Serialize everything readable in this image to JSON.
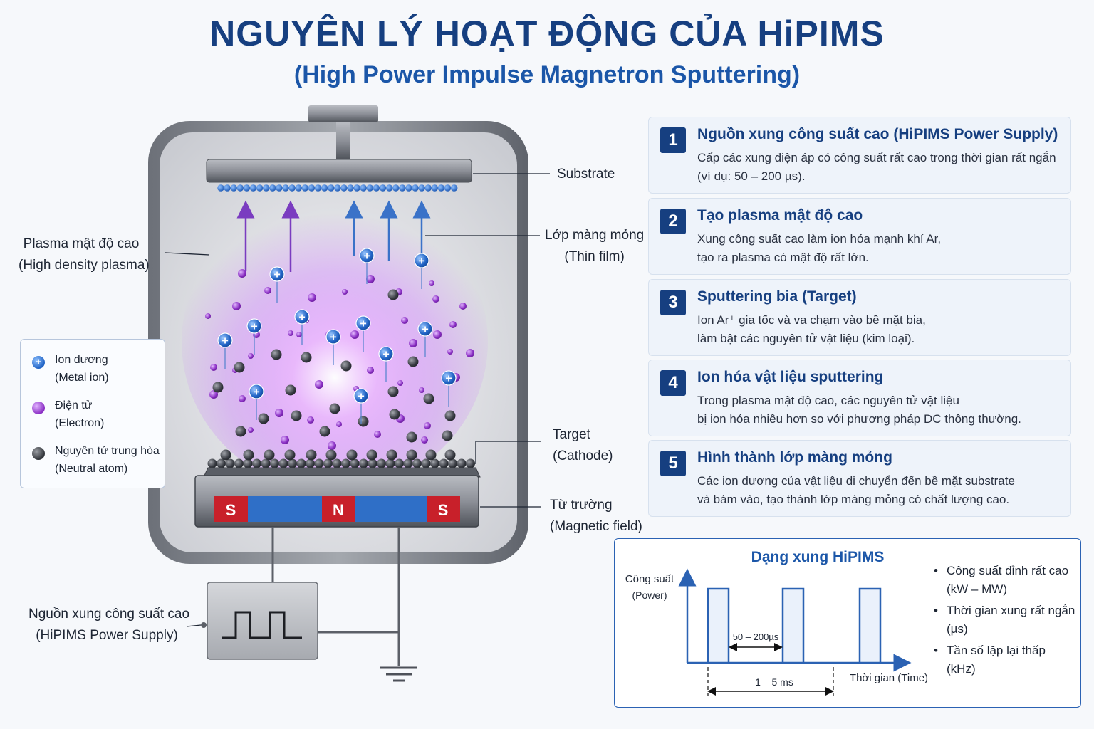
{
  "header": {
    "title": "NGUYÊN LÝ HOẠT ĐỘNG CỦA HiPIMS",
    "subtitle": "(High Power Impulse Magnetron Sputtering)"
  },
  "colors": {
    "navy": "#163f80",
    "accent_blue": "#1b56a8",
    "plasma": "#c76bff",
    "ion": "#1f62c4",
    "electron": "#8a2ec4",
    "neutral": "#2f3238",
    "magnet_red": "#c8202a",
    "magnet_blue": "#2f6fc7"
  },
  "diagram": {
    "labels": {
      "substrate": "Substrate",
      "thin_film": [
        "Lớp màng mỏng",
        "(Thin film)"
      ],
      "plasma": [
        "Plasma mật độ cao",
        "(High density plasma)"
      ],
      "target": [
        "Target",
        "(Cathode)"
      ],
      "magnetic": [
        "Từ trường",
        "(Magnetic field)"
      ],
      "power_supply": [
        "Nguồn xung công suất cao",
        "(HiPIMS Power Supply)"
      ]
    },
    "magnets": [
      "S",
      "N",
      "S"
    ],
    "ion_symbol": "+"
  },
  "legend": {
    "items": [
      {
        "type": "ion",
        "lines": [
          "Ion dương",
          "(Metal ion)"
        ]
      },
      {
        "type": "electron",
        "lines": [
          "Điện tử",
          "(Electron)"
        ]
      },
      {
        "type": "neutral",
        "lines": [
          "Nguyên tử trung hòa",
          "(Neutral atom)"
        ]
      }
    ]
  },
  "steps": [
    {
      "num": "1",
      "title": "Nguồn xung công suất cao (HiPIMS Power Supply)",
      "desc": [
        "Cấp các xung điện áp có công suất rất cao trong thời gian rất ngắn",
        "(ví dụ: 50 – 200 µs)."
      ]
    },
    {
      "num": "2",
      "title": "Tạo plasma mật độ cao",
      "desc": [
        "Xung công suất cao làm ion hóa mạnh khí Ar,",
        "tạo ra plasma có mật độ rất lớn."
      ]
    },
    {
      "num": "3",
      "title": "Sputtering bia (Target)",
      "desc": [
        "Ion Ar⁺ gia tốc và va chạm vào bề mặt bia,",
        "làm bật các nguyên tử vật liệu (kim loại)."
      ]
    },
    {
      "num": "4",
      "title": "Ion hóa vật liệu sputtering",
      "desc": [
        "Trong plasma mật độ cao, các nguyên tử vật liệu",
        "bị ion hóa nhiều hơn so với phương pháp DC thông thường."
      ]
    },
    {
      "num": "5",
      "title": "Hình thành lớp màng mỏng",
      "desc": [
        "Các ion dương của vật liệu di chuyển đến bề mặt substrate",
        "và bám vào, tạo thành lớp màng mỏng có chất lượng cao."
      ]
    }
  ],
  "pulse": {
    "title": "Dạng xung HiPIMS",
    "y_label": [
      "Công suất",
      "(Power)"
    ],
    "x_label": "Thời gian (Time)",
    "width_label": "50 – 200µs",
    "period_label": "1 – 5 ms",
    "bullets": [
      [
        "Công suất đỉnh rất cao",
        "(kW – MW)"
      ],
      [
        "Thời gian xung rất ngắn",
        "(µs)"
      ],
      [
        "Tần số lặp lại thấp",
        "(kHz)"
      ]
    ]
  }
}
